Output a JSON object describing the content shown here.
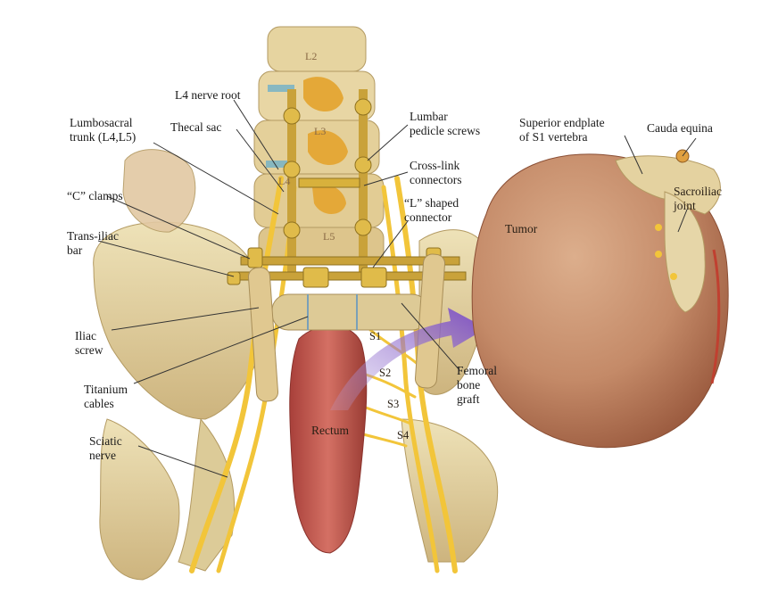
{
  "labels": {
    "l2": "L2",
    "l3": "L3",
    "l4": "L4",
    "l5": "L5",
    "l4_nerve_root": "L4 nerve root",
    "lumbosacral_trunk_1": "Lumbosacral",
    "lumbosacral_trunk_2": "trunk (L4,L5)",
    "thecal_sac": "Thecal sac",
    "lumbar_pedicle_1": "Lumbar",
    "lumbar_pedicle_2": "pedicle screws",
    "cross_link_1": "Cross-link",
    "cross_link_2": "connectors",
    "l_shaped_1": "“L” shaped",
    "l_shaped_2": "connector",
    "c_clamps": "“C” clamps",
    "trans_iliac_1": "Trans-iliac",
    "trans_iliac_2": "bar",
    "iliac_screw_1": "Iliac",
    "iliac_screw_2": "screw",
    "titanium_1": "Titanium",
    "titanium_2": "cables",
    "sciatic_1": "Sciatic",
    "sciatic_2": "nerve",
    "rectum": "Rectum",
    "s1": "S1",
    "s2": "S2",
    "s3": "S3",
    "s4": "S4",
    "femoral_1": "Femoral",
    "femoral_2": "bone",
    "femoral_3": "graft",
    "tumor": "Tumor",
    "superior_endplate_1": "Superior endplate",
    "superior_endplate_2": "of S1 vertebra",
    "cauda_equina": "Cauda equina",
    "sacroiliac_1": "Sacroiliac",
    "sacroiliac_2": "joint"
  },
  "colors": {
    "bone": "#e8d9a8",
    "bone_shadow": "#c9b27a",
    "nerve": "#f2c53a",
    "metal": "#d8b13c",
    "tumor": "#c98f6e",
    "tumor_shadow": "#a8674a",
    "rectum": "#c45a4a",
    "arrow": "#8a62c8",
    "leader": "#333333"
  }
}
